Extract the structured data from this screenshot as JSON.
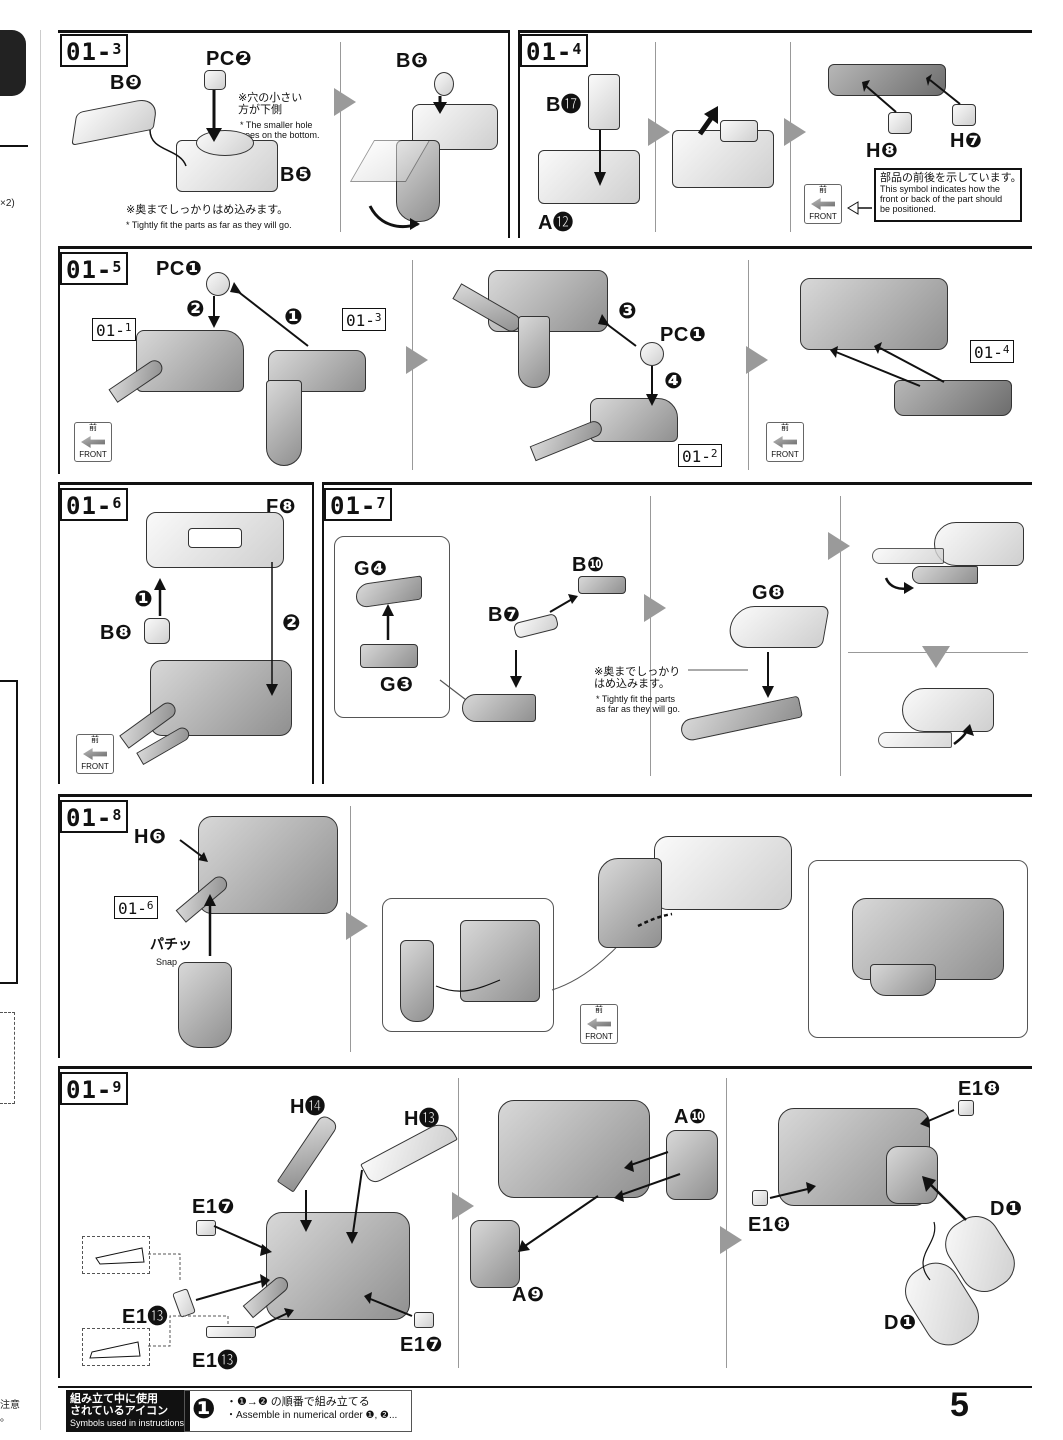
{
  "steps": {
    "s13": {
      "tag": "01",
      "sub": "3"
    },
    "s14": {
      "tag": "01",
      "sub": "4"
    },
    "s15": {
      "tag": "01",
      "sub": "5"
    },
    "s16": {
      "tag": "01",
      "sub": "6"
    },
    "s17": {
      "tag": "01",
      "sub": "7"
    },
    "s18": {
      "tag": "01",
      "sub": "8"
    },
    "s19": {
      "tag": "01",
      "sub": "9"
    }
  },
  "refs": {
    "r11": {
      "tag": "01",
      "sub": "1"
    },
    "r13": {
      "tag": "01",
      "sub": "3"
    },
    "r12": {
      "tag": "01",
      "sub": "2"
    },
    "r14": {
      "tag": "01",
      "sub": "4"
    },
    "r16a": {
      "tag": "01",
      "sub": "6"
    }
  },
  "parts": {
    "pc2": "PC❷",
    "b9": "B❾",
    "b5": "B❺",
    "b6": "B❻",
    "b17": "B⓱",
    "a12": "A⓬",
    "h8": "H❽",
    "h7": "H❼",
    "pc1a": "PC❶",
    "pc1b": "PC❶",
    "f8": "F❽",
    "b8": "B❽",
    "g4": "G❹",
    "g3": "G❸",
    "b10": "B❿",
    "b7": "B❼",
    "g8": "G❽",
    "h6": "H❻",
    "h14": "H⓮",
    "h13": "H⓭",
    "e17a": "E1❼",
    "e13a": "E1⓭",
    "e13b": "E1⓭",
    "e17b": "E1❼",
    "a10": "A❿",
    "a9": "A❾",
    "e18a": "E1❽",
    "e18b": "E1❽",
    "d1a": "D❶",
    "d1b": "D❶"
  },
  "order_marks": {
    "m1": "❷",
    "m2": "❶",
    "m3": "❸",
    "m4": "❹",
    "m5": "❶",
    "m6": "❷"
  },
  "notes": {
    "smaller_hole_jp": "※穴の小さい\n方が下側",
    "smaller_hole_en": "* The smaller hole\ngoes on the bottom.",
    "tight_jp": "※奥までしっかりはめ込みます。",
    "tight_en": "* Tightly fit the parts as far as they will go.",
    "front_jp": "部品の前後を示しています。",
    "front_en": "This symbol indicates how the\nfront or back of the part should\nbe positioned.",
    "tight2_jp": "※奥までしっかり\nはめ込みます。",
    "tight2_en": "* Tightly fit the parts\nas far as they will go.",
    "snap": "パチッ",
    "snap_en": "Snap"
  },
  "front_icon": {
    "jp": "前",
    "en": "FRONT"
  },
  "footer": {
    "icons_jp": "組み立て中に使用\nされているアイコン",
    "icons_en": "Symbols used in instructions",
    "order_num": "❶",
    "order_jp": "・❶→❷ の順番で組み立てる",
    "order_en": "・Assemble in numerical order ❶, ❷..."
  },
  "page_number": "5",
  "left_margin": {
    "x2": "×2)",
    "note_jp": "注意",
    "note_end": "。"
  }
}
